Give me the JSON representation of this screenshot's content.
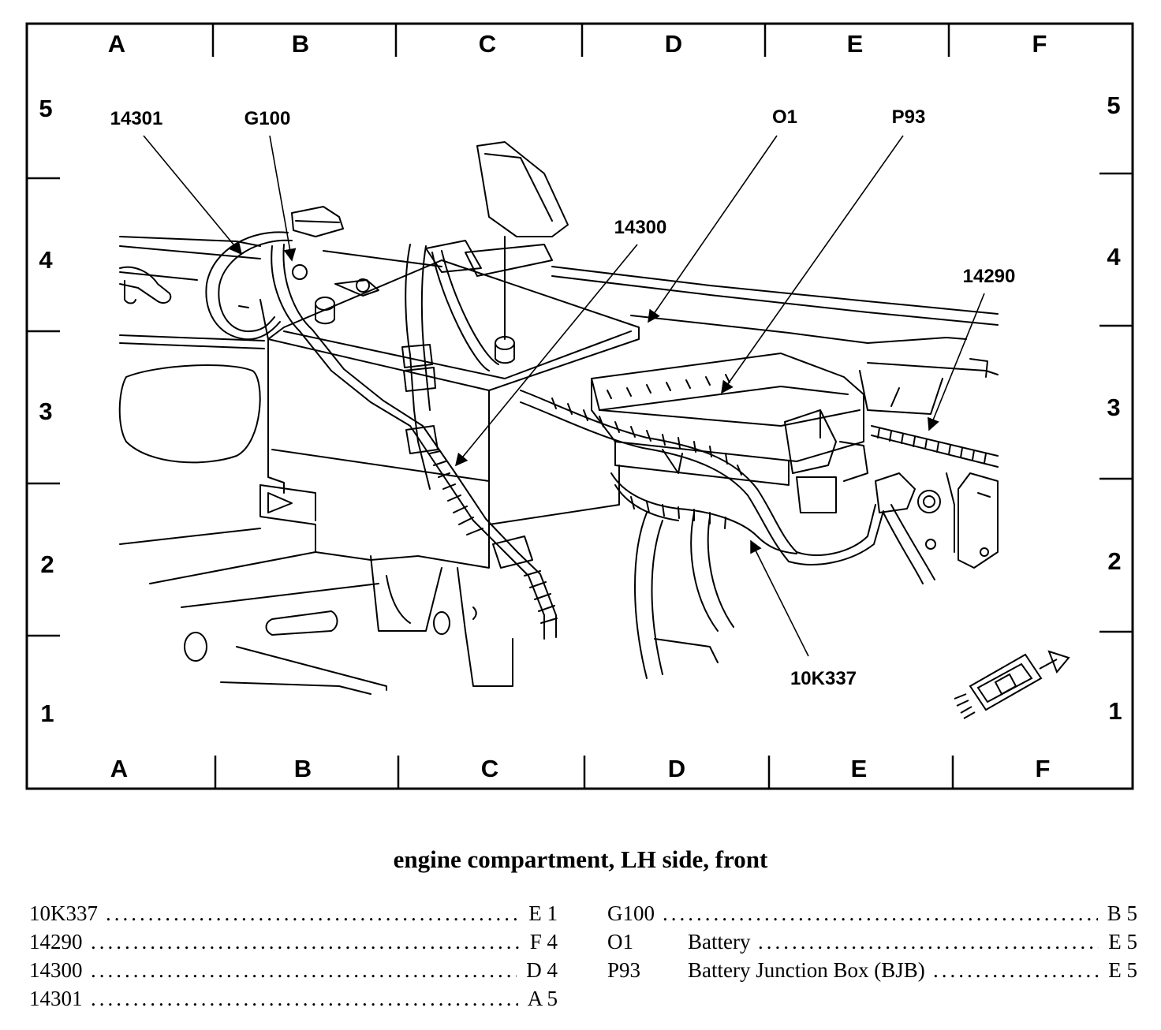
{
  "grid": {
    "columns": [
      "A",
      "B",
      "C",
      "D",
      "E",
      "F"
    ],
    "rows": [
      "5",
      "4",
      "3",
      "2",
      "1"
    ]
  },
  "callouts": {
    "c14301": "14301",
    "g100": "G100",
    "o1": "O1",
    "p93": "P93",
    "c14300": "14300",
    "c14290": "14290",
    "c10k337": "10K337"
  },
  "caption": "engine compartment, LH side, front",
  "legend_left": [
    {
      "code": "10K337",
      "desc": "",
      "location": "E 1"
    },
    {
      "code": "14290",
      "desc": "",
      "location": "F 4"
    },
    {
      "code": "14300",
      "desc": "",
      "location": "D 4"
    },
    {
      "code": "14301",
      "desc": "",
      "location": "A 5"
    }
  ],
  "legend_right": [
    {
      "code": "G100",
      "desc": "",
      "location": "B 5"
    },
    {
      "code": "O1",
      "desc": "Battery",
      "location": "E 5"
    },
    {
      "code": "P93",
      "desc": "Battery Junction Box (BJB)",
      "location": "E 5"
    }
  ]
}
